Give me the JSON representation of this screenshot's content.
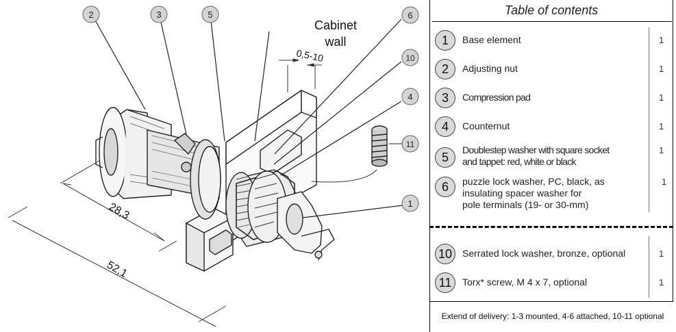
{
  "diagram": {
    "callouts": [
      {
        "label": "2"
      },
      {
        "label": "3"
      },
      {
        "label": "5"
      },
      {
        "label": "6"
      },
      {
        "label": "10"
      },
      {
        "label": "4"
      },
      {
        "label": "11"
      },
      {
        "label": "1"
      }
    ],
    "cabinet_label_line1": "Cabinet",
    "cabinet_label_line2": "wall",
    "dim_small": "0,5-10",
    "dim_283": "28,3",
    "dim_521": "52,1"
  },
  "toc": {
    "title": "Table of contents",
    "items": [
      {
        "num": "1",
        "line1": "Base element",
        "line2": "",
        "line3": "",
        "qty": "1"
      },
      {
        "num": "2",
        "line1": "Adjusting nut",
        "line2": "",
        "line3": "",
        "qty": "1"
      },
      {
        "num": "3",
        "line1": "Compression pad",
        "line2": "",
        "line3": "",
        "qty": "1"
      },
      {
        "num": "4",
        "line1": "Counternut",
        "line2": "",
        "line3": "",
        "qty": "1"
      },
      {
        "num": "5",
        "line1": "Doublestep washer with square socket",
        "line2": "and tappet: red, white or black",
        "line3": "",
        "qty": "1"
      },
      {
        "num": "6",
        "line1": "puzzle lock washer, PC, black, as",
        "line2": "insulating spacer washer for",
        "line3": "pole terminals (19- or 30-mm)",
        "qty": "1"
      },
      {
        "num": "10",
        "line1": "Serrated lock washer, bronze, optional",
        "line2": "",
        "line3": "",
        "qty": "1"
      },
      {
        "num": "11",
        "line1": "Torx* screw, M 4 x 7, optional",
        "line2": "",
        "line3": "",
        "qty": "1"
      }
    ],
    "delivery_note": "Extend of delivery: 1-3 mounted, 4-6 attached, 10-11 optional"
  }
}
